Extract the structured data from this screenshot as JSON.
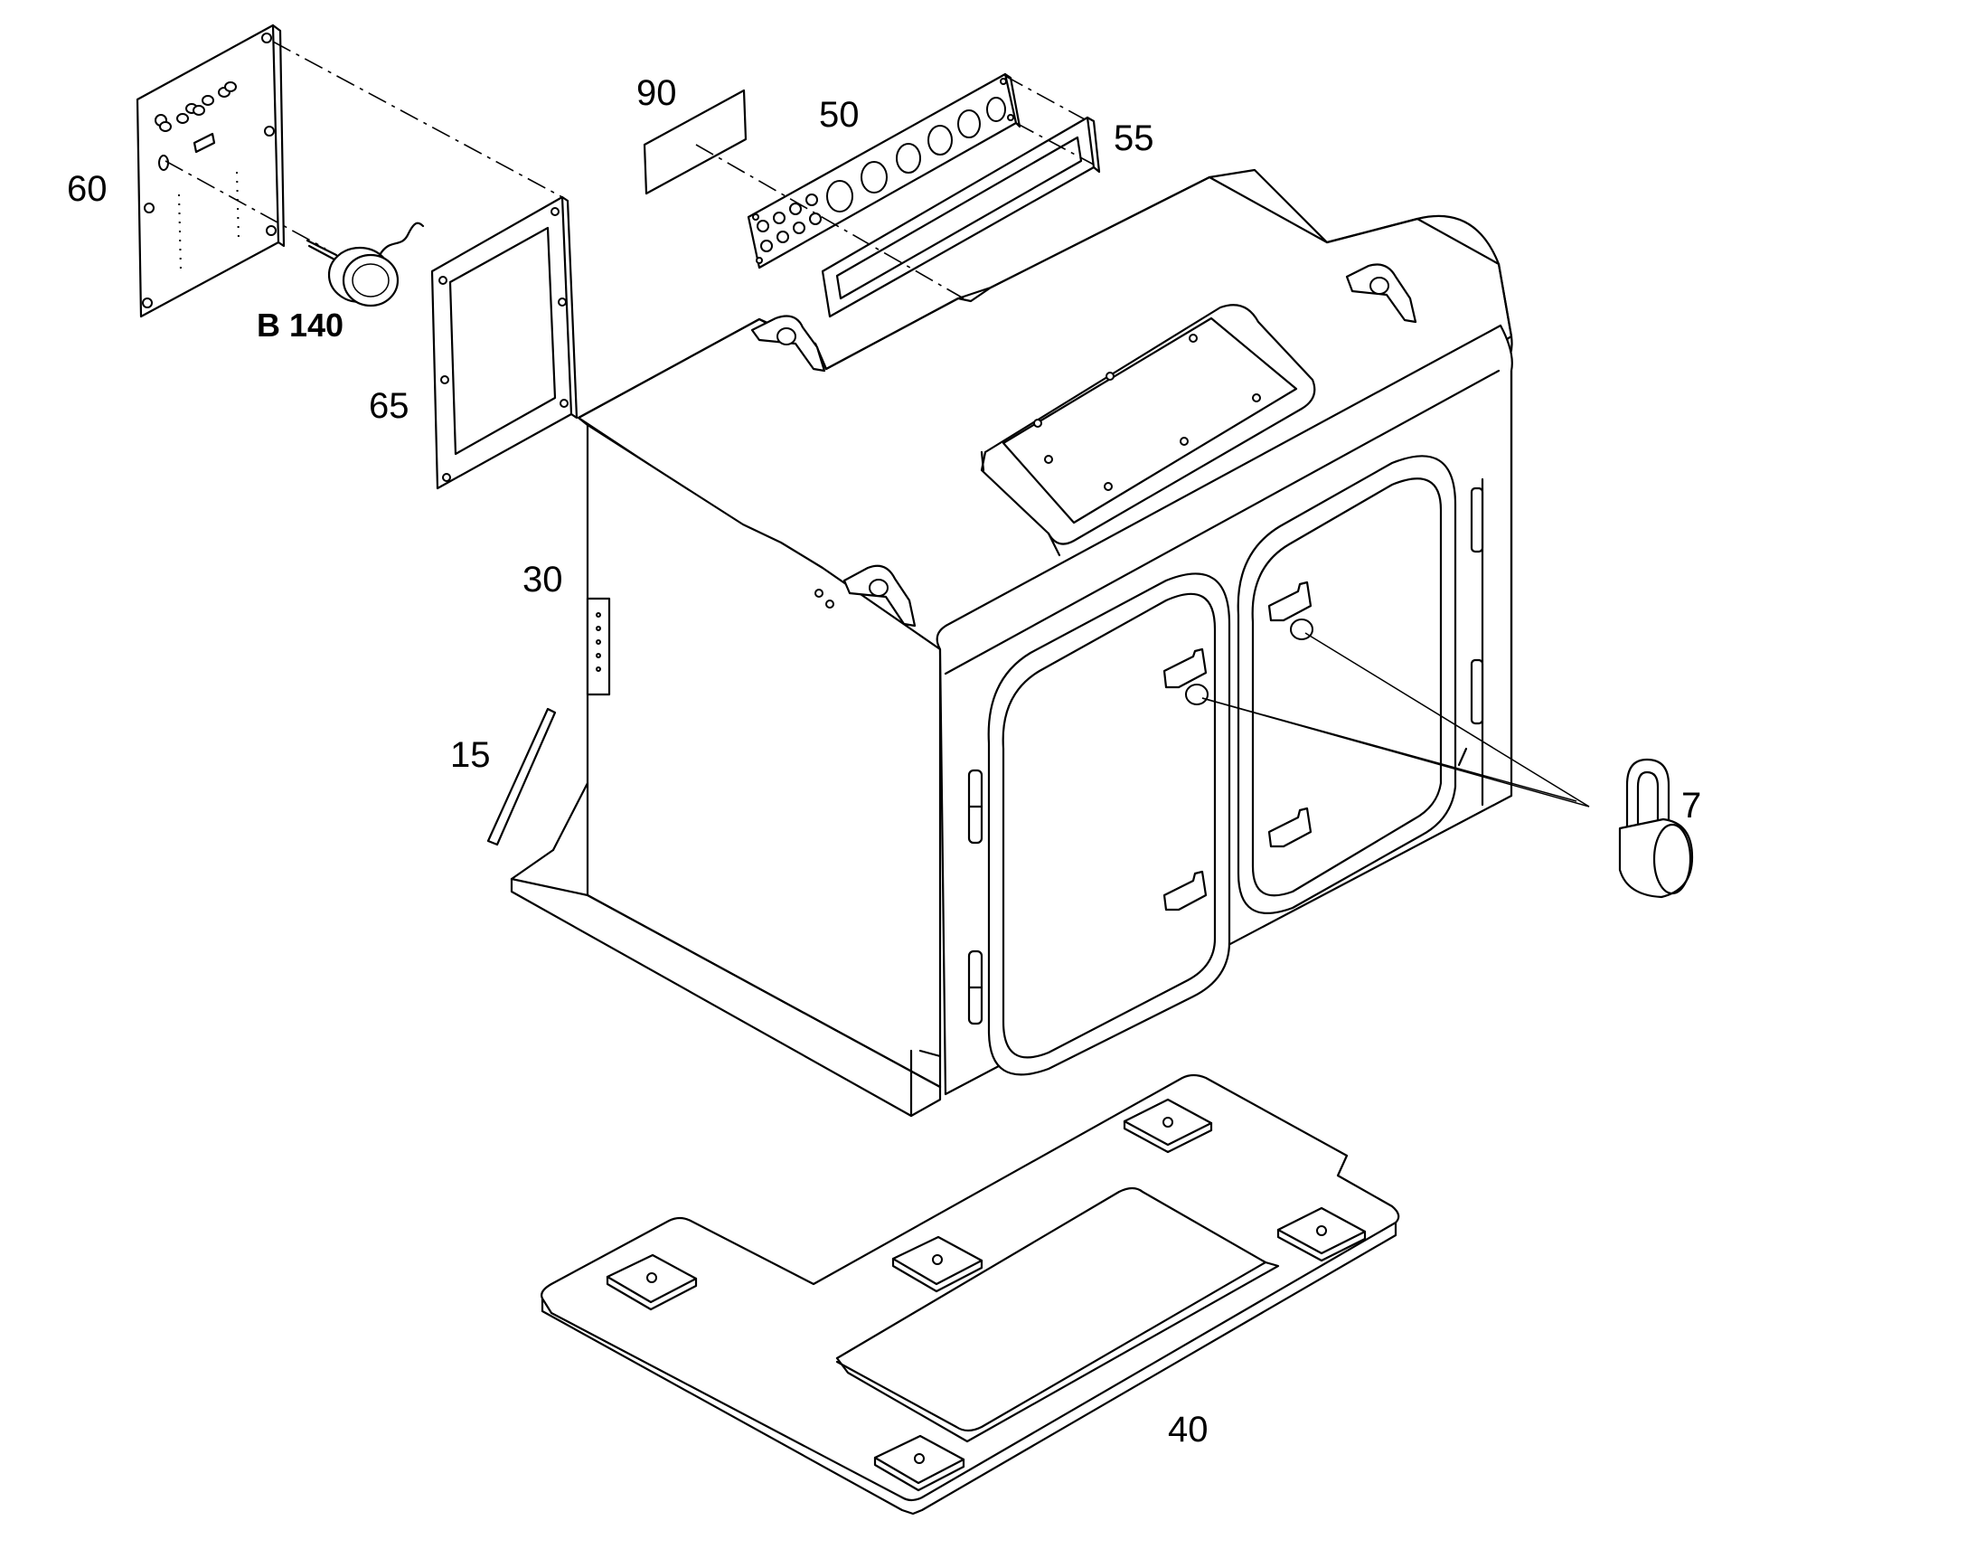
{
  "callouts": {
    "c60": "60",
    "c90": "90",
    "c50": "50",
    "c55": "55",
    "c65": "65",
    "b140": "B 140",
    "c30": "30",
    "c15": "15",
    "c7": "7",
    "c40": "40"
  },
  "colors": {
    "line": "#000000",
    "background": "#ffffff"
  }
}
